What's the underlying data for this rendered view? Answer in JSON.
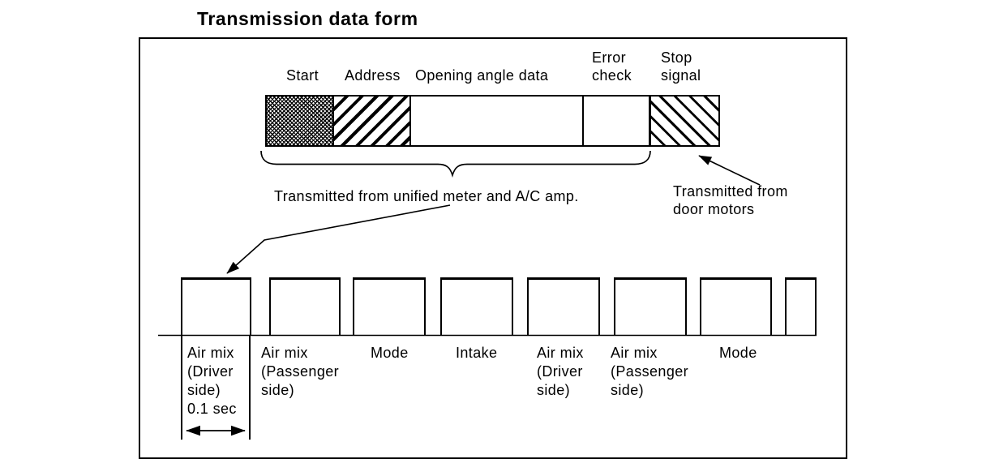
{
  "figure": {
    "title": "Transmission data form"
  },
  "colors": {
    "ink": "#000000",
    "paper": "#ffffff"
  },
  "data_frame": {
    "segments": [
      {
        "label": "Start",
        "fill": "dense-crosshatch"
      },
      {
        "label": "Address",
        "fill": "forward-diagonal-hatch"
      },
      {
        "label": "Opening angle data",
        "fill": "plain"
      },
      {
        "label": "Error\ncheck",
        "fill": "plain"
      },
      {
        "label": "Stop\nsignal",
        "fill": "back-diagonal-hatch"
      }
    ],
    "brace_caption": "Transmitted from unified meter and A/C amp.",
    "arrow_caption": "Transmitted from\ndoor motors"
  },
  "timing_chart": {
    "pulse_labels": [
      "Air mix\n(Driver\nside)\n0.1 sec",
      "Air mix\n(Passenger\nside)",
      "Mode",
      "Intake",
      "Air mix\n(Driver\nside)",
      "Air mix\n(Passenger\nside)",
      "Mode",
      ""
    ]
  }
}
